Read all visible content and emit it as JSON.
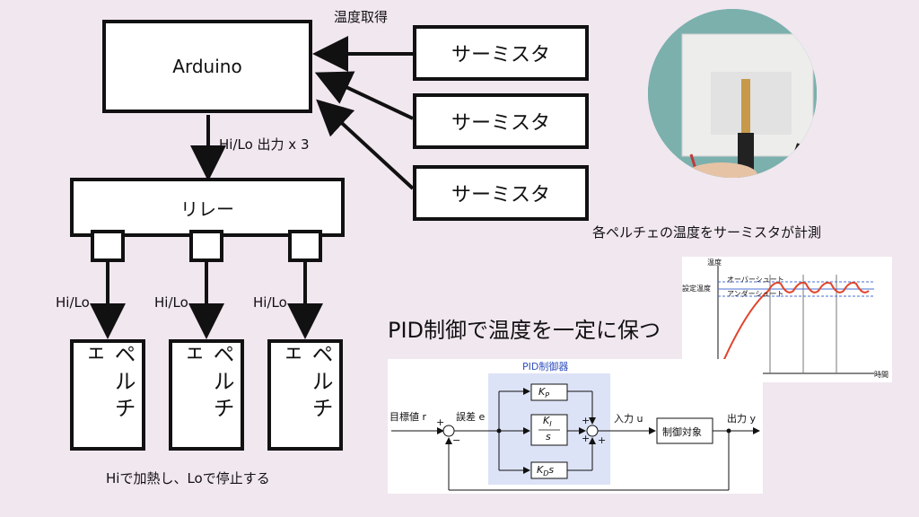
{
  "diagram": {
    "arduino": "Arduino",
    "temp_acquire": "温度取得",
    "thermistor_labels": [
      "サーミスタ",
      "サーミスタ",
      "サーミスタ"
    ],
    "hilo_output": "Hi/Lo 出力 x 3",
    "relay": "リレー",
    "hilo_labels": [
      "Hi/Lo",
      "Hi/Lo",
      "Hi/Lo"
    ],
    "peltier_labels": [
      "ペルチェ",
      "ペルチェ",
      "ペルチェ"
    ],
    "caption_bottom": "Hiで加熱し、Loで停止する"
  },
  "photo": {
    "caption": "各ペルチェの温度をサーミスタが計測"
  },
  "pid_title": "PID制御で温度を一定に保つ",
  "temp_graph": {
    "ylabel": "温度",
    "xlabel": "時間",
    "setpoint_label": "設定温度",
    "overshoot_label": "オーバーシュート",
    "undershoot_label": "アンダーシュート"
  },
  "block_diagram": {
    "controller_title": "PID制御器",
    "target_label": "目標値 r",
    "error_label": "誤差 e",
    "input_label": "入力 u",
    "output_label": "出力 y",
    "plant": "制御対象",
    "kp": "K",
    "kp_sub": "P",
    "ki": "K",
    "ki_sub": "I",
    "ki_den": "s",
    "kd": "K",
    "kd_sub": "D",
    "kd_suffix": "s",
    "plus": "+",
    "minus": "−"
  }
}
